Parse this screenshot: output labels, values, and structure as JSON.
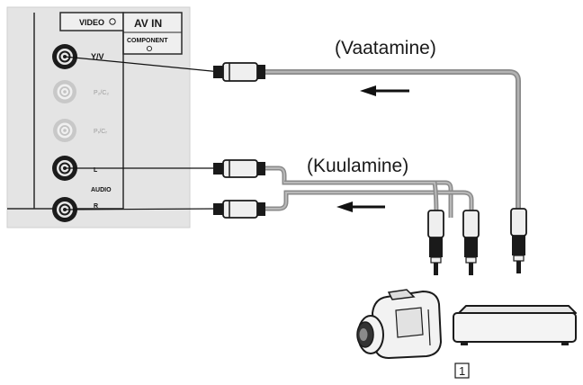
{
  "panel": {
    "header_video": "VIDEO",
    "header_avin": "AV IN",
    "header_component": "COMPONENT",
    "jacks": {
      "yv": "Y/V",
      "pb": "P₂/C₂",
      "pr": "Pᵣ/Cᵣ",
      "l": "L",
      "audio": "AUDIO",
      "r": "R"
    }
  },
  "labels": {
    "vaatamine": "(Vaatamine)",
    "kuulamine": "(Kuulamine)",
    "device_number": "1"
  },
  "colors": {
    "panel_bg": "#e5e5e5",
    "cable": "#8c8c8c",
    "ink": "#1a1a1a"
  },
  "icons": {
    "video_jack": "rca-jack-icon",
    "camcorder": "camcorder-icon",
    "player": "dvd-player-icon"
  }
}
